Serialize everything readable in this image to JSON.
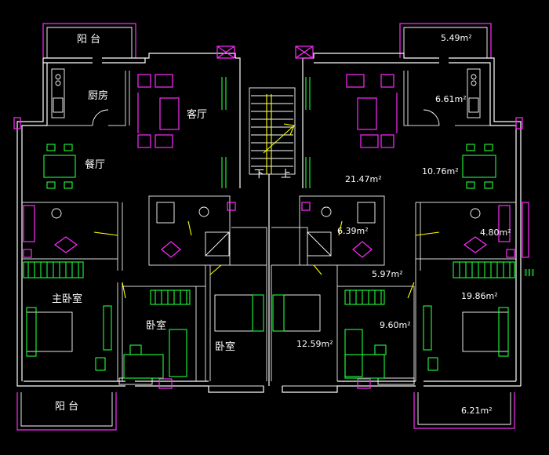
{
  "labels": {
    "balcony_tl": "阳 台",
    "kitchen": "厨房",
    "living": "客厅",
    "dining": "餐厅",
    "master": "主卧室",
    "bed_small": "卧室",
    "bed_mid": "卧室",
    "balcony_bl": "阳 台",
    "down": "下",
    "up": "上",
    "a_balcony_tr": "5.49m²",
    "a_kitchen_r": "6.61m²",
    "a_living_r": "21.47m²",
    "a_dining_r": "10.76m²",
    "a_bath_mid_r": "6.39m²",
    "a_bath_r": "4.80m²",
    "a_hall_r": "5.97m²",
    "a_master_r": "19.86m²",
    "a_bed_mid_r": "12.59m²",
    "a_bed_small_r": "9.60m²",
    "a_balcony_br": "6.21m²",
    "side_mark": "∥∥∥"
  }
}
